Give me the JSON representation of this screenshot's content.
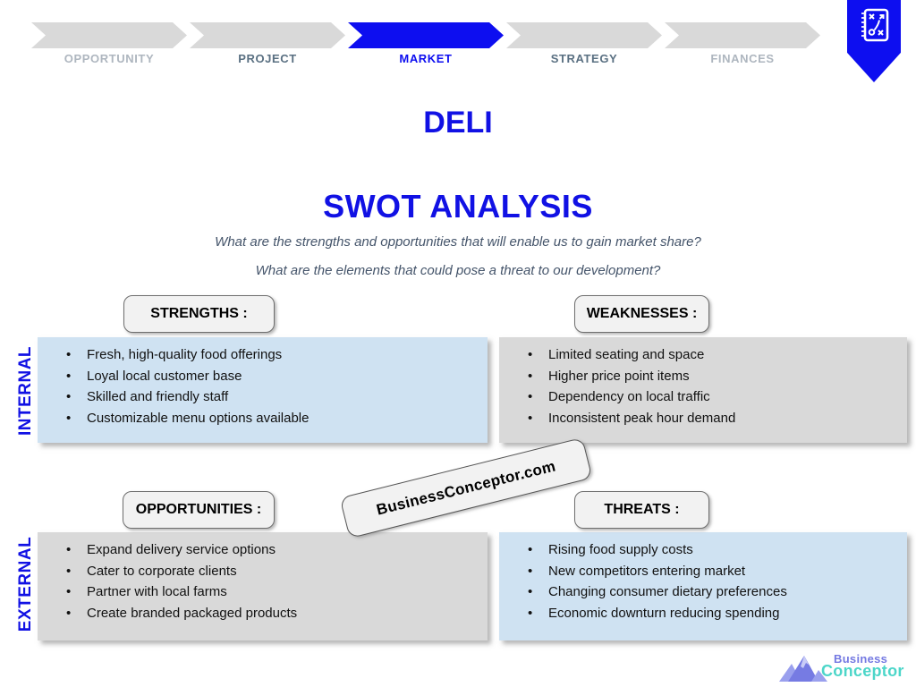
{
  "slide": {
    "stepper": {
      "active_step": "MARKET",
      "steps": [
        {
          "label": "OPPORTUNITY"
        },
        {
          "label": "PROJECT"
        },
        {
          "label": "MARKET"
        },
        {
          "label": "STRATEGY"
        },
        {
          "label": "FINANCES"
        }
      ]
    },
    "title": "DELI",
    "section_title": "SWOT ANALYSIS",
    "questions": [
      "What are the strengths and opportunities that will enable us to gain market share?",
      "What are the elements that could pose a threat to our development?"
    ],
    "row_labels": {
      "internal": "INTERNAL",
      "external": "EXTERNAL"
    },
    "quadrants": {
      "strengths": {
        "heading": "STRENGTHS :",
        "items": [
          "Fresh, high-quality food offerings",
          "Loyal local customer base",
          "Skilled and friendly staff",
          "Customizable menu options available"
        ]
      },
      "weaknesses": {
        "heading": "WEAKNESSES :",
        "items": [
          "Limited seating and space",
          "Higher price point items",
          "Dependency on local traffic",
          "Inconsistent peak hour demand"
        ]
      },
      "opportunities": {
        "heading": "OPPORTUNITIES :",
        "items": [
          "Expand delivery service options",
          "Cater to corporate clients",
          "Partner with local farms",
          "Create branded packaged products"
        ]
      },
      "threats": {
        "heading": "THREATS :",
        "items": [
          "Rising food supply costs",
          "New competitors entering market",
          "Changing consumer dietary preferences",
          "Economic downturn reducing spending"
        ]
      }
    },
    "watermark": "BusinessConceptor.com",
    "logo": {
      "line1": "Business",
      "line2": "Conceptor"
    },
    "icons": {
      "ribbon": "strategy-notebook-icon",
      "logo": "mountains-icon"
    },
    "colors": {
      "accent_blue": "#0d0ef0",
      "panel_blue": "#cfe2f2",
      "panel_gray": "#d9d9d9",
      "heading_box_bg": "#f2f2f2",
      "step_inactive_text": "#aeb6bf",
      "step_visited_text": "#5a7082",
      "question_text": "#44546a",
      "logo_purple": "#7479e2",
      "logo_teal": "#4cd6c9"
    }
  }
}
